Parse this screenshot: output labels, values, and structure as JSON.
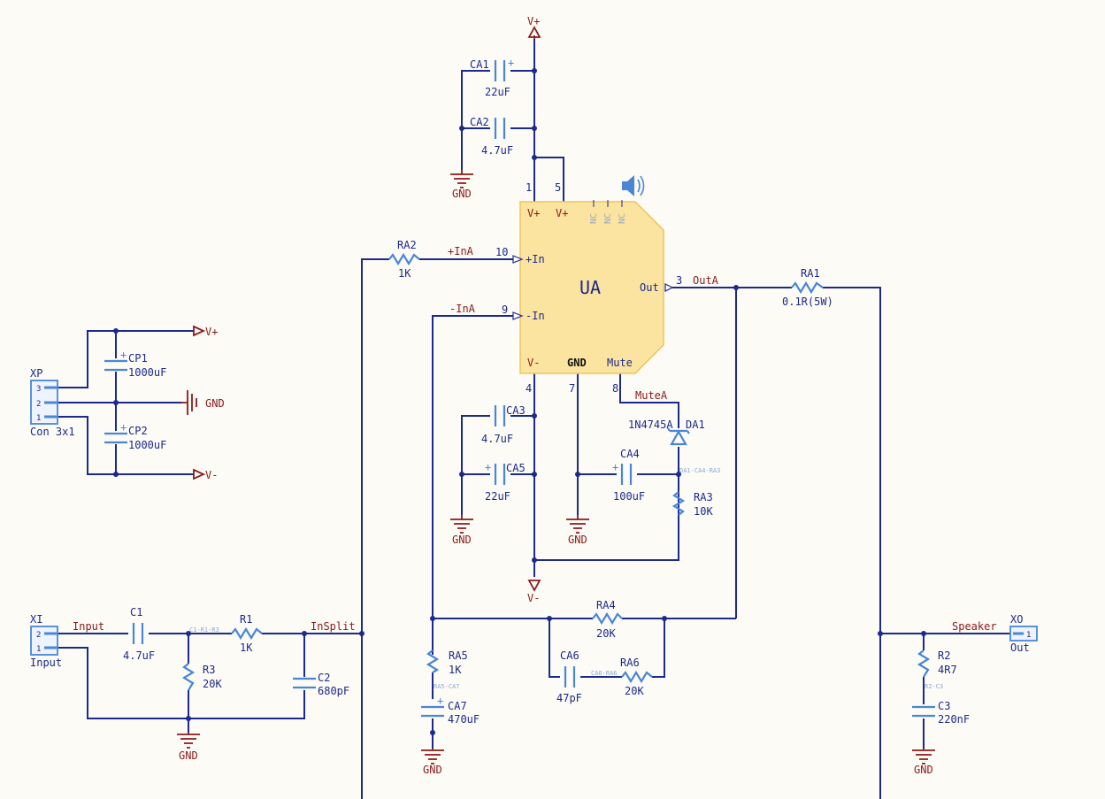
{
  "power": {
    "vplus": "V+",
    "vminus": "V-",
    "gnd": "GND"
  },
  "ic": {
    "name": "UA",
    "pins": {
      "vplus1": "V+",
      "vplus5": "V+",
      "plus_in": "+In",
      "minus_in": "-In",
      "out": "Out",
      "vminus": "V-",
      "gnd": "GND",
      "mute": "Mute",
      "nc": "NC"
    },
    "pin_numbers": {
      "p1": "1",
      "p5": "5",
      "p10": "10",
      "p9": "9",
      "p3": "3",
      "p4": "4",
      "p7": "7",
      "p8": "8"
    }
  },
  "nets": {
    "in_a_plus": "+InA",
    "in_a_minus": "-InA",
    "out_a": "OutA",
    "mute_a": "MuteA",
    "input": "Input",
    "insplit": "InSplit",
    "speaker": "Speaker"
  },
  "components": {
    "ca1": {
      "ref": "CA1",
      "value": "22uF"
    },
    "ca2": {
      "ref": "CA2",
      "value": "4.7uF"
    },
    "ca3": {
      "ref": "CA3",
      "value": "4.7uF"
    },
    "ca4": {
      "ref": "CA4",
      "value": "100uF"
    },
    "ca5": {
      "ref": "CA5",
      "value": "22uF"
    },
    "ca6": {
      "ref": "CA6",
      "value": "47pF"
    },
    "ca7": {
      "ref": "CA7",
      "value": "470uF"
    },
    "ra1": {
      "ref": "RA1",
      "value": "0.1R(5W)"
    },
    "ra2": {
      "ref": "RA2",
      "value": "1K"
    },
    "ra3": {
      "ref": "RA3",
      "value": "10K"
    },
    "ra4": {
      "ref": "RA4",
      "value": "20K"
    },
    "ra5": {
      "ref": "RA5",
      "value": "1K"
    },
    "ra6": {
      "ref": "RA6",
      "value": "20K"
    },
    "da1": {
      "ref": "DA1",
      "value": "1N4745A"
    },
    "cp1": {
      "ref": "CP1",
      "value": "1000uF"
    },
    "cp2": {
      "ref": "CP2",
      "value": "1000uF"
    },
    "c1": {
      "ref": "C1",
      "value": "4.7uF"
    },
    "c2": {
      "ref": "C2",
      "value": "680pF"
    },
    "c3": {
      "ref": "C3",
      "value": "220nF"
    },
    "r1": {
      "ref": "R1",
      "value": "1K"
    },
    "r2": {
      "ref": "R2",
      "value": "4R7"
    },
    "r3": {
      "ref": "R3",
      "value": "20K"
    },
    "xp": {
      "ref": "XP",
      "value": "Con 3x1",
      "pins": [
        "3",
        "2",
        "1"
      ]
    },
    "xi": {
      "ref": "XI",
      "value": "Input",
      "pins": [
        "2",
        "1"
      ]
    },
    "xo": {
      "ref": "XO",
      "value": "Out",
      "pins": [
        "1"
      ]
    }
  },
  "tiny_nets": {
    "c1_r1_r3": "C1-R1-R3",
    "da1_ca4_ra3": "DA1-CA4-RA3",
    "ra5_ca7": "RA5-CA7",
    "ca6_ra6": "CA6-RA6",
    "r2_c3": "R2-C3"
  },
  "colors": {
    "wire": "#1b2a8c",
    "component": "#4a86d6",
    "power_symbol": "#8b1a1a",
    "chip_fill": "#fbe3a0",
    "background": "#fdfbf6"
  }
}
